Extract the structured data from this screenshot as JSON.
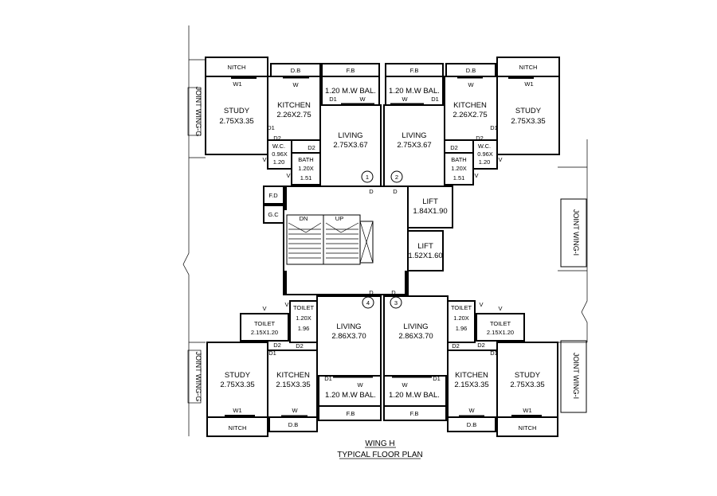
{
  "plan": {
    "title": "WING H",
    "subtitle": "TYPICAL FLOOR PLAN",
    "joints": {
      "g": "JOINT WING-G",
      "i": "JOINT WING-I"
    },
    "units": [
      {
        "number": "1",
        "nitch": "NITCH",
        "db": "D.B",
        "fb": "F.B",
        "study_name": "STUDY",
        "study_size": "2.75X3.35",
        "kitchen_name": "KITCHEN",
        "kitchen_size": "2.26X2.75",
        "living_name": "LIVING",
        "living_size": "2.75X3.67",
        "balcony": "1.20 M.W BAL.",
        "wc_name": "W.C.",
        "wc_size1": "0.96X",
        "wc_size2": "1.20",
        "bath_name": "BATH",
        "bath_size1": "1.20X",
        "bath_size2": "1.51"
      },
      {
        "number": "2",
        "nitch": "NITCH",
        "db": "D.B",
        "fb": "F.B",
        "study_name": "STUDY",
        "study_size": "2.75X3.35",
        "kitchen_name": "KITCHEN",
        "kitchen_size": "2.26X2.75",
        "living_name": "LIVING",
        "living_size": "2.75X3.67",
        "balcony": "1.20 M.W BAL.",
        "wc_name": "W.C.",
        "wc_size1": "0.96X",
        "wc_size2": "1.20",
        "bath_name": "BATH",
        "bath_size1": "1.20X",
        "bath_size2": "1.51"
      },
      {
        "number": "3",
        "nitch": "NITCH",
        "db": "D.B",
        "fb": "F.B",
        "study_name": "STUDY",
        "study_size": "2.75X3.35",
        "kitchen_name": "KITCHEN",
        "kitchen_size": "2.15X3.35",
        "living_name": "LIVING",
        "living_size": "2.86X3.70",
        "balcony": "1.20 M.W BAL.",
        "toilet_name": "TOILET",
        "toilet_size": "2.15X1.20",
        "toilet2_name": "TOILET",
        "toilet2_size1": "1.20X",
        "toilet2_size2": "1.96"
      },
      {
        "number": "4",
        "nitch": "NITCH",
        "db": "D.B",
        "fb": "F.B",
        "study_name": "STUDY",
        "study_size": "2.75X3.35",
        "kitchen_name": "KITCHEN",
        "kitchen_size": "2.15X3.35",
        "living_name": "LIVING",
        "living_size": "2.86X3.70",
        "balcony": "1.20 M.W BAL.",
        "toilet_name": "TOILET",
        "toilet_size": "2.15X1.20",
        "toilet2_name": "TOILET",
        "toilet2_size1": "1.20X",
        "toilet2_size2": "1.96"
      }
    ],
    "core": {
      "fd": "F.D",
      "gc": "G.C",
      "dn": "DN",
      "up": "UP",
      "lift1_name": "LIFT",
      "lift1_size": "1.84X1.90",
      "lift2_name": "LIFT",
      "lift2_size": "1.52X1.60"
    },
    "tags": {
      "d": "D",
      "d1": "D1",
      "d2": "D2",
      "w": "W",
      "w1": "W1",
      "v": "V"
    }
  }
}
